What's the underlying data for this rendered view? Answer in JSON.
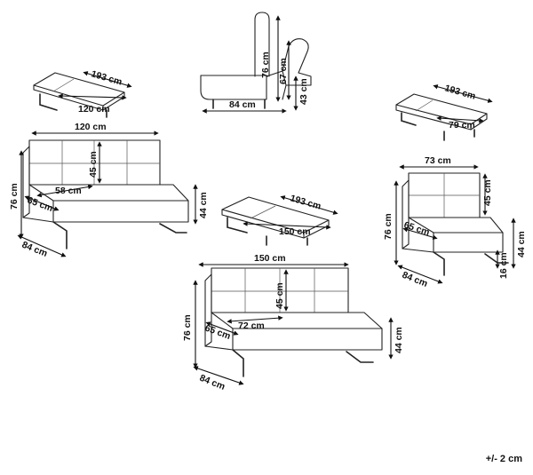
{
  "labels": {
    "sofa1_width": "120 cm",
    "sofa1_back": "45 cm",
    "sofa1_seatdepth": "58 cm",
    "sofa1_armdepth": "65 cm",
    "sofa1_height": "76 cm",
    "sofa1_depth": "84 cm",
    "sofa1_seatheight": "44 cm",
    "bed1_length": "193 cm",
    "bed1_width": "120 cm",
    "side_height": "76 cm",
    "side_recline": "67 cm",
    "side_seat": "43 cm",
    "side_depth": "84 cm",
    "bed2_length": "193 cm",
    "bed2_width": "79 cm",
    "chair_width": "73 cm",
    "chair_back": "45 cm",
    "chair_armdepth": "65 cm",
    "chair_height": "76 cm",
    "chair_depth": "84 cm",
    "chair_seatheight": "44 cm",
    "chair_leg": "16 cm",
    "bed3_length": "193 cm",
    "bed3_width": "150 cm",
    "sofa2_width": "150 cm",
    "sofa2_back": "45 cm",
    "sofa2_seatdepth": "72 cm",
    "sofa2_armdepth": "65 cm",
    "sofa2_height": "76 cm",
    "sofa2_depth": "84 cm",
    "sofa2_seatheight": "44 cm"
  },
  "tolerance": "+/- 2 cm"
}
